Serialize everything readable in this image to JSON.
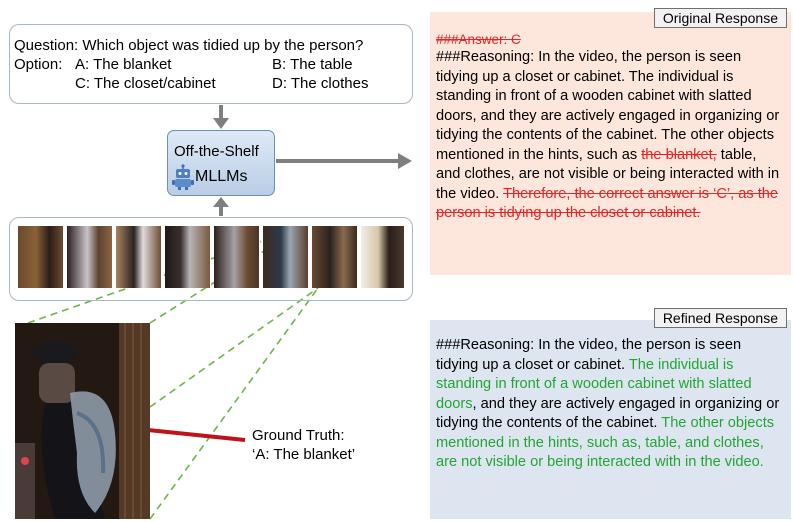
{
  "question": {
    "text": "Question: Which object was tidied up by the person?",
    "option_label": "Option:",
    "options": [
      "A: The blanket",
      "B: The table",
      "C: The closet/cabinet",
      "D: The clothes"
    ]
  },
  "model": {
    "line1": "Off-the-Shelf",
    "line2": "MLLMs",
    "icon": "robot-icon"
  },
  "ground_truth": {
    "label": "Ground Truth:",
    "value": "‘A: The blanket’"
  },
  "original": {
    "label": "Original Response",
    "answer_struck": "###Answer: C",
    "reasoning_prefix": "###Reasoning: In the video, the person is seen tidying up a closet or cabinet. The individual is standing in front of a wooden cabinet with slatted doors, and they are actively engaged in organizing or tidying the contents of the cabinet. The other objects mentioned in the hints, such as ",
    "struck_blanket": "the blanket,",
    "reasoning_mid": " table, and clothes, are not visible or being interacted with in the video. ",
    "struck_conclusion": "Therefore, the correct answer is ‘C’, as the person is tidying up the closet or cabinet."
  },
  "refined": {
    "label": "Refined Response",
    "part1": "###Reasoning: In the video, the person is seen tidying up a closet or cabinet. ",
    "green1": "The individual is standing in front of a wooden cabinet with slatted doors",
    "part2": ", and they are actively engaged in organizing or tidying the contents of the cabinet. ",
    "green2": "The other objects mentioned in the hints, such as, table, and clothes, are not visible or being interacted with in the video."
  },
  "colors": {
    "original_bg": "#fde6dc",
    "refined_bg": "#dde5f1",
    "strike": "#e52525",
    "highlight": "#22a533",
    "arrow_gray": "#7f7f7f",
    "arrow_red": "#c0121a",
    "dash_green": "#6cb548"
  }
}
